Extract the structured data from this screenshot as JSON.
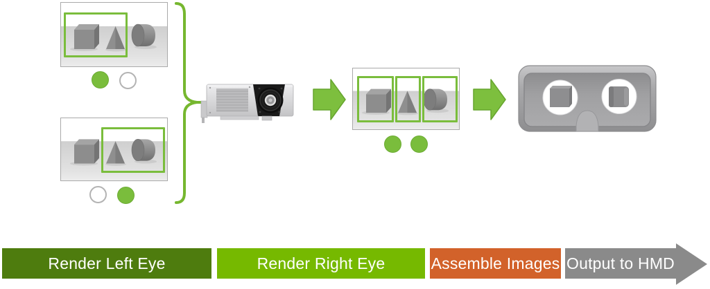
{
  "diagram": {
    "panels": [
      {
        "id": "left-eye-scene",
        "shapes": [
          "cube",
          "pyramid",
          "cylinder"
        ],
        "highlight": "left-region",
        "dots": [
          "filled-green",
          "empty-white"
        ]
      },
      {
        "id": "right-eye-scene",
        "shapes": [
          "cube",
          "pyramid",
          "cylinder"
        ],
        "highlight": "right-region",
        "dots": [
          "empty-white",
          "filled-green"
        ]
      },
      {
        "id": "combined-scene",
        "shapes": [
          "cube",
          "pyramid",
          "cylinder"
        ],
        "highlight": "three-regions",
        "dots": [
          "filled-green",
          "filled-green"
        ]
      }
    ],
    "icons": [
      "curly-brace-icon",
      "gpu-card-icon",
      "arrow-right-icon",
      "arrow-right-icon",
      "hmd-viewer-icon"
    ]
  },
  "timeline": {
    "segments": [
      {
        "label": "Render Left Eye",
        "color": "#4e7c0e"
      },
      {
        "label": "Render Right Eye",
        "color": "#76b900"
      },
      {
        "label": "Assemble Images",
        "color": "#d2622a"
      },
      {
        "label": "Output to HMD",
        "color": "#8a8a8a",
        "shape": "arrow"
      }
    ],
    "text_color": "#ffffff"
  },
  "colors": {
    "accent_green": "#7abd3c",
    "bar_dark_green": "#4e7c0e",
    "bar_light_green": "#76b900",
    "bar_orange": "#d2622a",
    "bar_gray": "#8a8a8a"
  }
}
